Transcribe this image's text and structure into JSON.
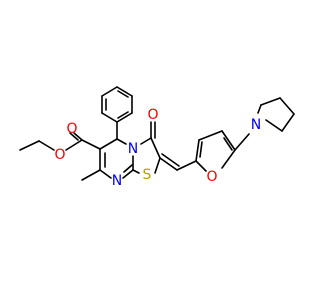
{
  "atoms": {
    "o_carbonyl": {
      "text": "O",
      "color": "#ff0000"
    },
    "o_ester": {
      "text": "O",
      "color": "#ff0000"
    },
    "o_keto": {
      "text": "O",
      "color": "#ff0000"
    },
    "o_furan": {
      "text": "O",
      "color": "#ff0000"
    },
    "n_ring": {
      "text": "N",
      "color": "#0000ff"
    },
    "n_imine": {
      "text": "N",
      "color": "#0000ff"
    },
    "n_pyrrolidine": {
      "text": "N",
      "color": "#0000ff"
    },
    "s_ring": {
      "text": "S",
      "color": "#b8a000"
    }
  }
}
